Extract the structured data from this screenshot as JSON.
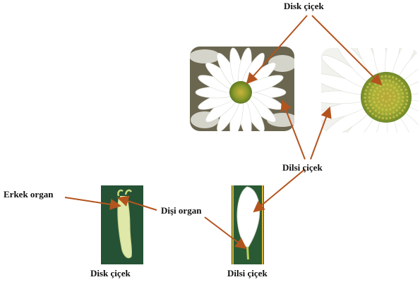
{
  "labels": {
    "disk_top": "Disk çiçek",
    "dilsi_mid": "Dilsi çiçek",
    "erkek": "Erkek organ",
    "disi": "Dişi organ",
    "disk_bottom": "Disk çiçek",
    "dilsi_bottom": "Dilsi çiçek"
  },
  "colors": {
    "arrow": "#b3541e",
    "disk_center": "#8a9a2a",
    "petal": "#ffffff",
    "background_green": "#1f4a2e"
  }
}
